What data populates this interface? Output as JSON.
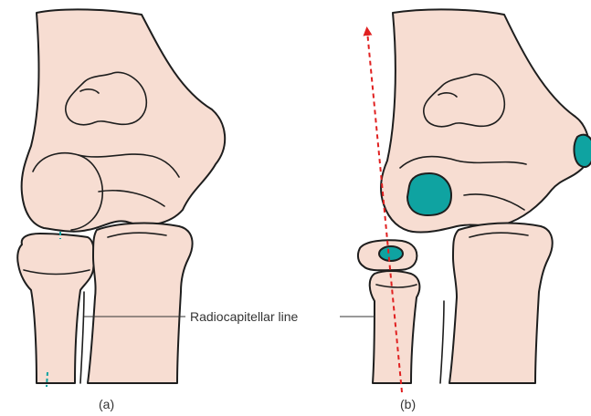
{
  "annotations": {
    "radiocapitellar_line": "Radiocapitellar line"
  },
  "panels": {
    "a": {
      "label": "(a)"
    },
    "b": {
      "label": "(b)"
    }
  },
  "colors": {
    "bone_fill": "#f7ddd2",
    "bone_outline": "#1e1e1e",
    "ossification_center": "#0fa3a1",
    "radiocapitellar_line_normal": "#0fa3a1",
    "radiocapitellar_line_abnormal": "#e02020"
  }
}
